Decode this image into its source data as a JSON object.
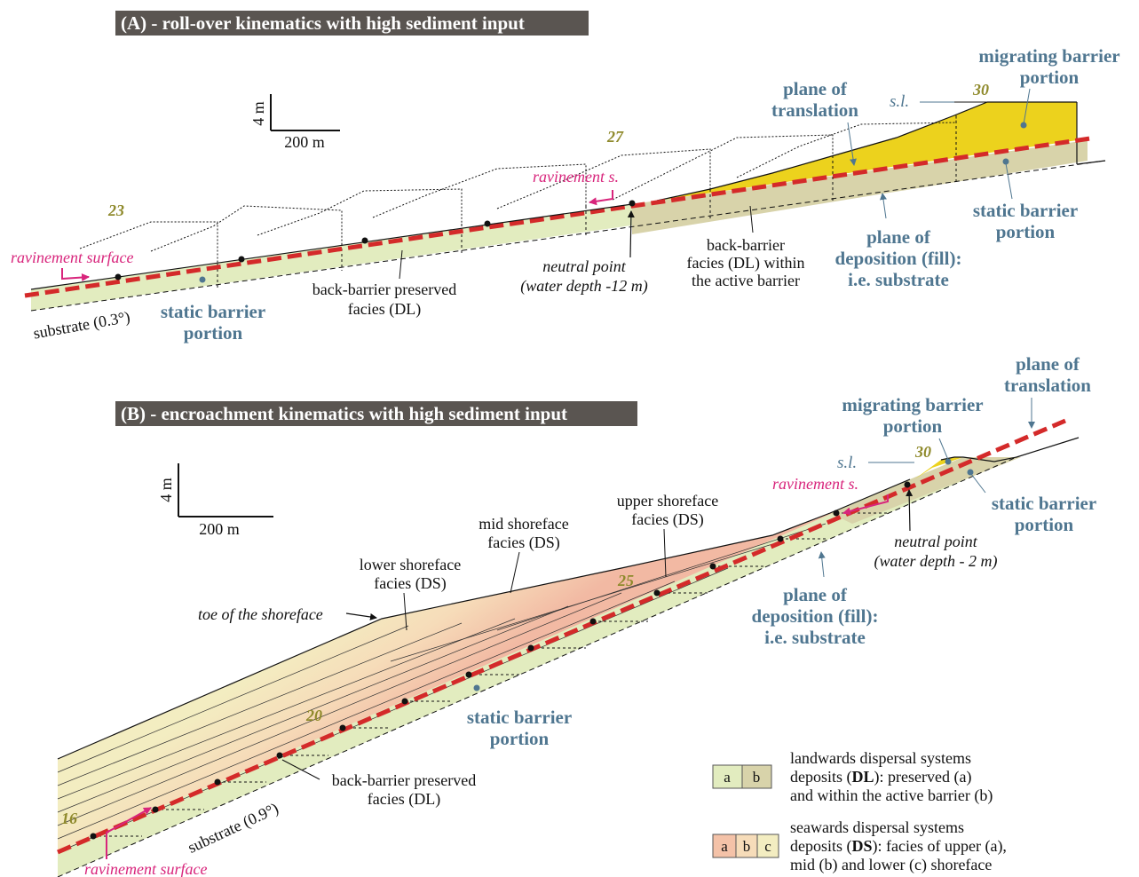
{
  "panel_a": {
    "title": "(A) - roll-over kinematics with high sediment input",
    "scale": {
      "vertical": "4 m",
      "horizontal": "200 m"
    },
    "labels": {
      "migrating_barrier_1": "migrating barrier",
      "migrating_barrier_2": "portion",
      "plane_translation_1": "plane of",
      "plane_translation_2": "translation",
      "sl": "s.l.",
      "ravinement_s": "ravinement s.",
      "ravinement_surface": "ravinement surface",
      "static_barrier_right_1": "static barrier",
      "static_barrier_right_2": "portion",
      "static_barrier_left_1": "static barrier",
      "static_barrier_left_2": "portion",
      "plane_deposition_1": "plane of",
      "plane_deposition_2": "deposition (fill):",
      "plane_deposition_3": "i.e. substrate",
      "back_barrier_active_1": "back-barrier",
      "back_barrier_active_2": "facies (DL) within",
      "back_barrier_active_3": "the active barrier",
      "neutral_point_1": "neutral point",
      "neutral_point_2": "(water depth -12 m)",
      "back_barrier_preserved_1": "back-barrier preserved",
      "back_barrier_preserved_2": "facies (DL)",
      "substrate": "substrate (0.3°)"
    },
    "steps": [
      "23",
      "27",
      "30"
    ]
  },
  "panel_b": {
    "title": "(B) - encroachment kinematics with high sediment input",
    "scale": {
      "vertical": "4 m",
      "horizontal": "200 m"
    },
    "labels": {
      "plane_translation_1": "plane of",
      "plane_translation_2": "translation",
      "migrating_barrier_1": "migrating barrier",
      "migrating_barrier_2": "portion",
      "sl": "s.l.",
      "ravinement_s": "ravinement s.",
      "static_barrier_right_1": "static barrier",
      "static_barrier_right_2": "portion",
      "neutral_point_1": "neutral point",
      "neutral_point_2": "(water depth - 2 m)",
      "upper_shoreface_1": "upper shoreface",
      "upper_shoreface_2": "facies (DS)",
      "mid_shoreface_1": "mid shoreface",
      "mid_shoreface_2": "facies (DS)",
      "lower_shoreface_1": "lower shoreface",
      "lower_shoreface_2": "facies (DS)",
      "toe": "toe of the shoreface",
      "plane_deposition_1": "plane of",
      "plane_deposition_2": "deposition (fill):",
      "plane_deposition_3": "i.e. substrate",
      "static_barrier_mid_1": "static barrier",
      "static_barrier_mid_2": "portion",
      "back_barrier_preserved_1": "back-barrier preserved",
      "back_barrier_preserved_2": "facies (DL)",
      "substrate": "substrate (0.9°)",
      "ravinement_surface": "ravinement surface"
    },
    "steps": [
      "16",
      "20",
      "25",
      "30"
    ]
  },
  "legend": {
    "dl": {
      "boxes": [
        "a",
        "b"
      ],
      "line1": "landwards dispersal systems",
      "line2_pre": "deposits (",
      "line2_bold": "DL",
      "line2_post": "): preserved (a)",
      "line3": "and within the active barrier (b)"
    },
    "ds": {
      "boxes": [
        "a",
        "b",
        "c"
      ],
      "line1": "seawards dispersal systems",
      "line2_pre": "deposits (",
      "line2_bold": "DS",
      "line2_post": "): facies of upper (a),",
      "line3": "mid (b) and lower (c) shoreface"
    }
  },
  "colors": {
    "dl_preserved": "#e2ecbf",
    "dl_active": "#d8d3aa",
    "migrating_barrier": "#ecd21d",
    "ds_upper": "#f4c2a8",
    "ds_mid": "#f6dcb9",
    "ds_lower": "#f3edc1",
    "ravinement_line": "#d42a2a",
    "blue_label": "#4f7690",
    "pink_label": "#d8257c",
    "title_bg": "#5a5551"
  }
}
